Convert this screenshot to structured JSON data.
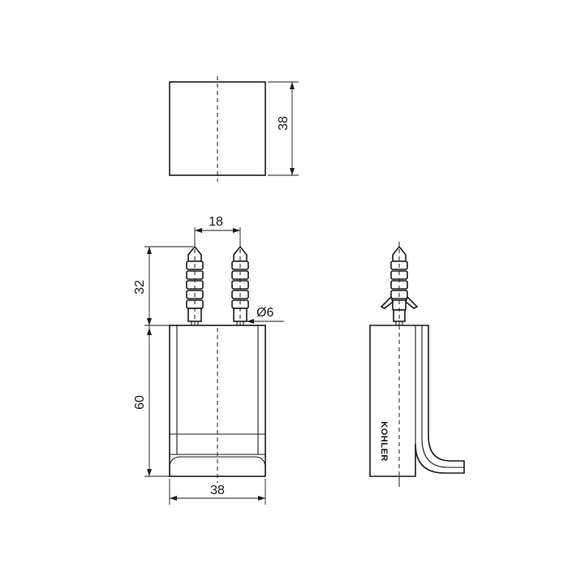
{
  "dimensions": {
    "top_height": "38",
    "screw_spacing": "18",
    "screw_length": "32",
    "screw_diameter": "Ø6",
    "body_height": "60",
    "body_width": "38"
  },
  "brand_label": "KOHLER"
}
